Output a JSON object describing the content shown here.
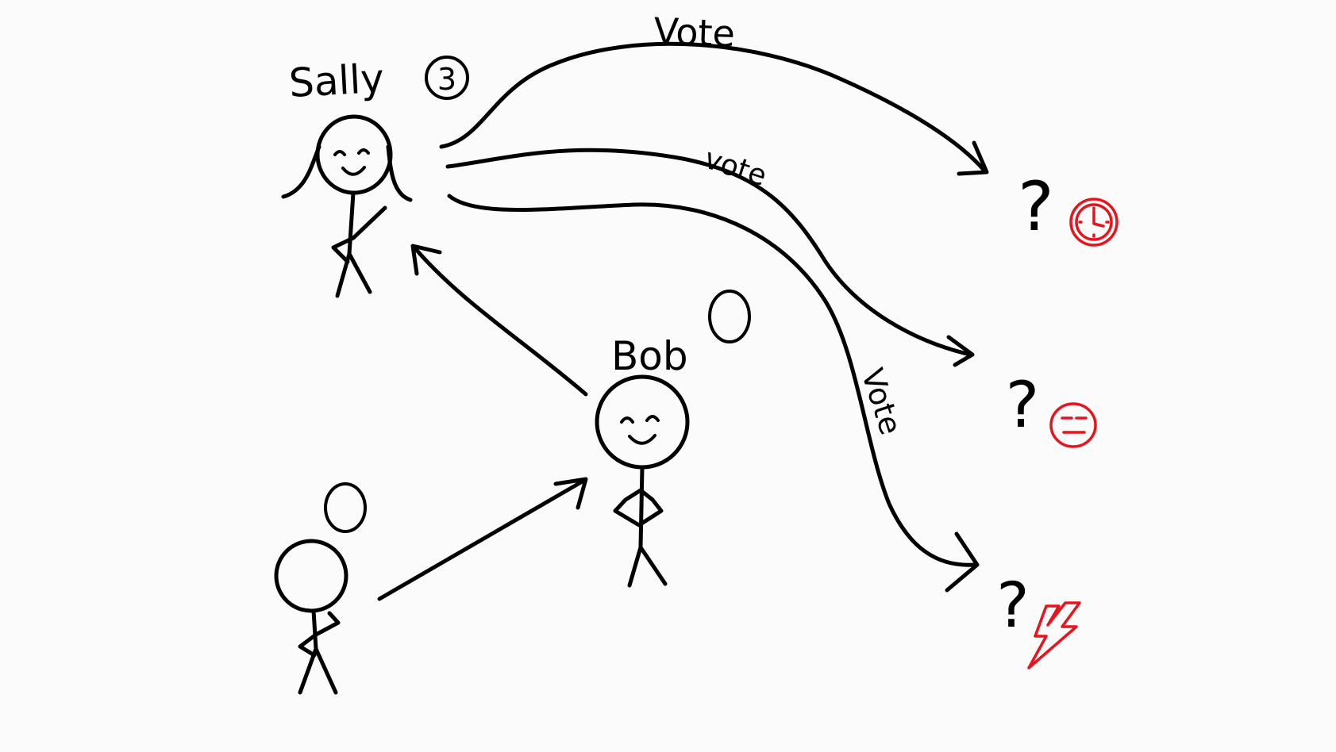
{
  "people": {
    "sally": {
      "name": "Sally",
      "count": "3"
    },
    "bob": {
      "name": "Bob",
      "count": "0"
    },
    "third": {
      "count": "0"
    }
  },
  "votes": {
    "top": "Vote",
    "middle": "vote",
    "bottom": "Vote"
  },
  "outcomes": {
    "q1": "?",
    "q2": "?",
    "q3": "?"
  },
  "icons": {
    "outcome1": "clock-icon",
    "outcome2": "neutral-face-icon",
    "outcome3": "lightning-bolt-icon"
  },
  "colors": {
    "ink": "#000000",
    "accent": "#e8141c",
    "background": "#fbfbfb"
  }
}
